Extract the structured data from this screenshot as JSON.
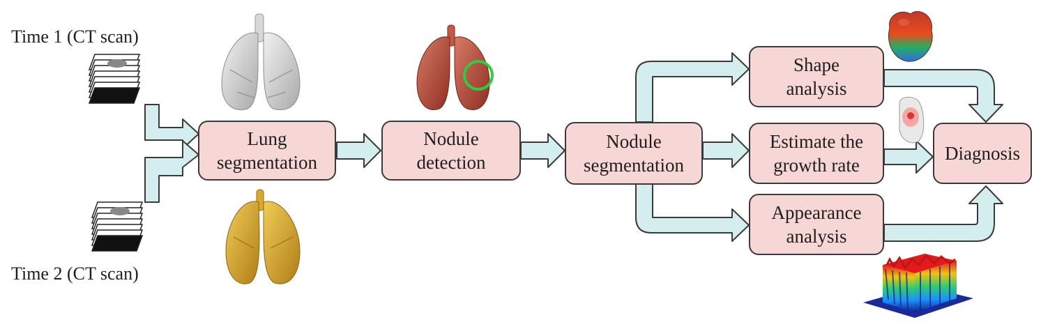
{
  "inputs": {
    "time1": "Time 1 (CT scan)",
    "time2": "Time 2 (CT scan)"
  },
  "steps": {
    "lung_segmentation": {
      "line1": "Lung",
      "line2": "segmentation"
    },
    "nodule_detection": {
      "line1": "Nodule",
      "line2": "detection"
    },
    "nodule_segmentation": {
      "line1": "Nodule",
      "line2": "segmentation"
    },
    "shape_analysis": {
      "line1": "Shape",
      "line2": "analysis"
    },
    "growth_rate": {
      "line1": "Estimate the",
      "line2": "growth rate"
    },
    "appearance_analysis": {
      "line1": "Appearance",
      "line2": "analysis"
    },
    "diagnosis": {
      "line1": "Diagnosis"
    }
  },
  "colors": {
    "box_fill": "#f7d6d6",
    "box_border": "#3a3a3a",
    "arrow_fill": "#d4eef0",
    "arrow_border": "#3a3a3a",
    "lung_gray": "#cfcfcf",
    "lung_red": "#b5493a",
    "lung_yellow": "#d9a92e",
    "detection_circle": "#2ecc40"
  },
  "icons": {
    "ct_stack": "ct-scan-stack-icon",
    "lung_mesh_gray": "lung-mesh-icon",
    "lung_mesh_red": "lung-mesh-detected-icon",
    "lung_mesh_yellow": "lung-mesh-time2-icon",
    "shape_blob": "shape-3d-blob-icon",
    "growth_slice": "growth-slice-icon",
    "appearance_surface": "appearance-surface-plot-icon"
  }
}
